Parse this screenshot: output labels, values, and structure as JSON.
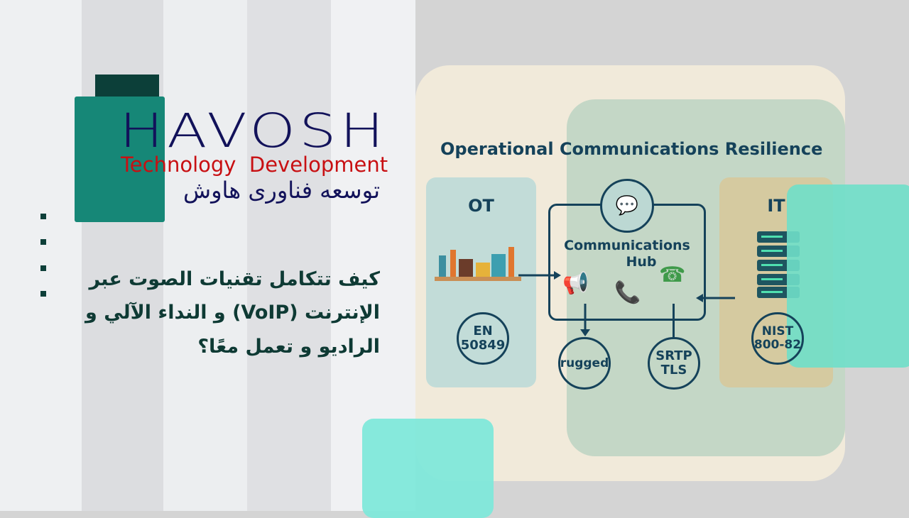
{
  "logo": {
    "brand": "HAVOSH",
    "tagline": "Technology  Development",
    "persian": "توسعه فناوری هاوش"
  },
  "headline": [
    "کیف تتکامل تقنیات الصوت عبر",
    "الإنترنت (VoIP) و النداء الآلي و",
    "الراديو و تعمل معًا؟"
  ],
  "diagram": {
    "title": "Operational Communications Resilience",
    "ot_label": "OT",
    "it_label": "IT",
    "hub_label_1": "Communications",
    "hub_label_2": "Hub",
    "en_1": "EN",
    "en_2": "50849",
    "nist_1": "NIST",
    "nist_2": "800-82",
    "rugged": "rugged",
    "srtp": "SRTP",
    "tls": "TLS"
  },
  "colors": {
    "accent": "#168777",
    "dark": "#0c3f39",
    "teal": "#80e8da"
  }
}
